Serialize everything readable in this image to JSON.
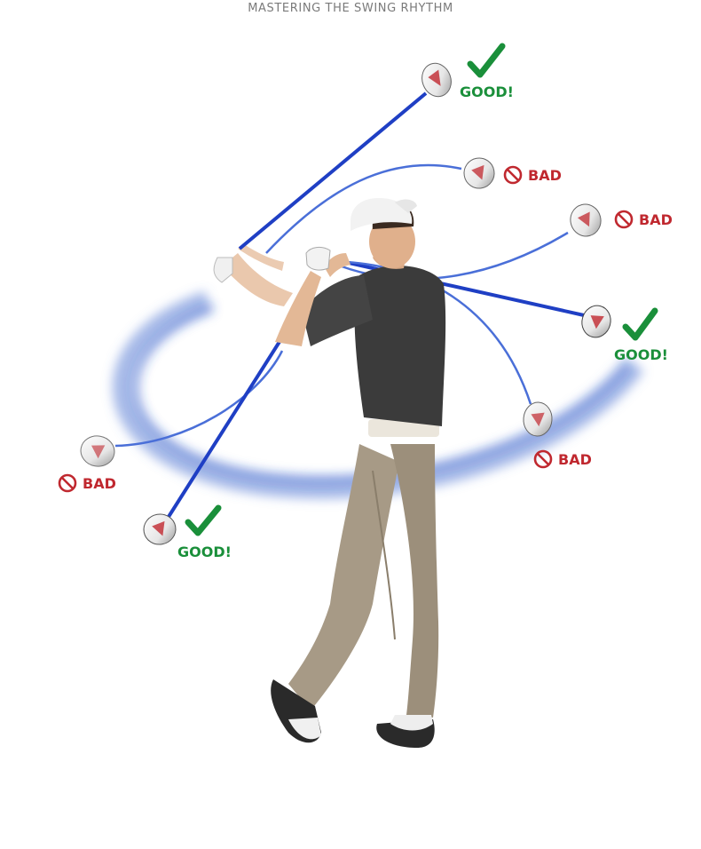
{
  "header": {
    "title": "MASTERING THE SWING RHYTHM"
  },
  "colors": {
    "good": "#1a8f3a",
    "bad": "#c0282f",
    "shaft_strong": "#1f3fc4",
    "shaft_light": "#4a6fd8",
    "swing_arc": "#5b7fd6",
    "shirt": "#3b3b3b",
    "pants": "#a79a86",
    "cap": "#f2f2f2"
  },
  "annotations": [
    {
      "id": "top",
      "verdict": "good",
      "label": "GOOD!",
      "icon": "checkmark-icon"
    },
    {
      "id": "upper-mid",
      "verdict": "bad",
      "label": "BAD",
      "icon": "prohibited-icon"
    },
    {
      "id": "right-upper",
      "verdict": "bad",
      "label": "BAD",
      "icon": "prohibited-icon"
    },
    {
      "id": "right-mid",
      "verdict": "good",
      "label": "GOOD!",
      "icon": "checkmark-icon"
    },
    {
      "id": "right-low",
      "verdict": "bad",
      "label": "BAD",
      "icon": "prohibited-icon"
    },
    {
      "id": "left-mid",
      "verdict": "bad",
      "label": "BAD",
      "icon": "prohibited-icon"
    },
    {
      "id": "left-low",
      "verdict": "good",
      "label": "GOOD!",
      "icon": "checkmark-icon"
    }
  ]
}
